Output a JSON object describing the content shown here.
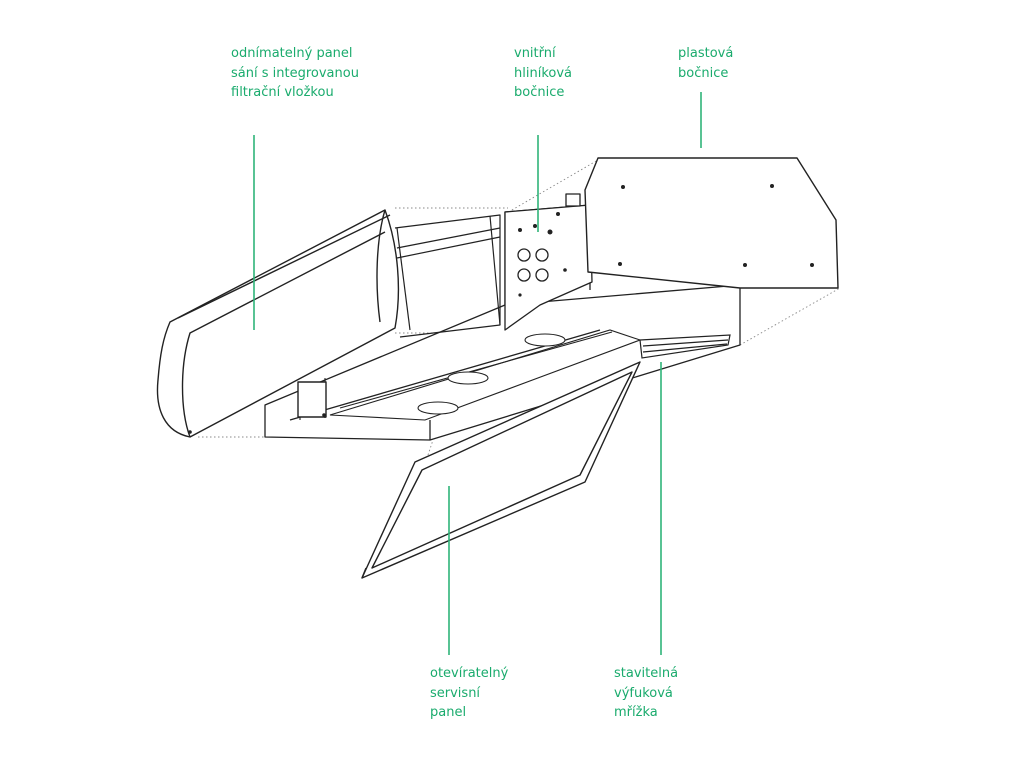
{
  "labels": {
    "filter_panel": {
      "line1": "odnímatelný panel",
      "line2": "sání s integrovanou",
      "line3": "filtrační vložkou"
    },
    "alu_side": {
      "line1": "vnitřní",
      "line2": "hliníková",
      "line3": "bočnice"
    },
    "plastic_side": {
      "line1": "plastová",
      "line2": "bočnice"
    },
    "service_panel": {
      "line1": "otevíratelný",
      "line2": "servisní",
      "line3": "panel"
    },
    "exhaust_grille": {
      "line1": "stavitelná",
      "line2": "výfuková",
      "line3": "mřížka"
    }
  },
  "colors": {
    "label_text": "#1aab6d",
    "leader_line": "#2fb47a",
    "drawing_line": "#222222",
    "guide_line": "#888888"
  }
}
